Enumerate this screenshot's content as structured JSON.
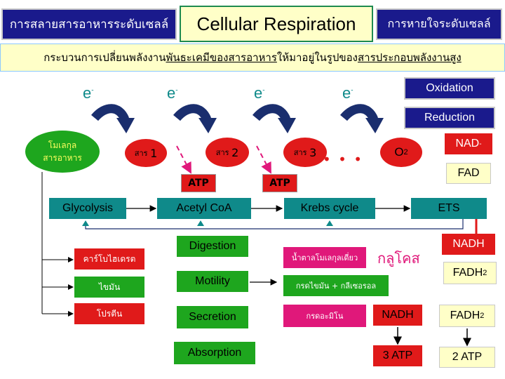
{
  "header": {
    "left_title": "การสลายสารอาหารระดับเซลล์",
    "center_title": "Cellular  Respiration",
    "right_title": "การหายใจระดับเซลล์"
  },
  "banner": {
    "part1": "กระบวนการเปลี่ยนพลังงาน",
    "part2": "พันธะเคมีของสารอาหาร",
    "part3": "ให้มาอยู่ในรูปของ",
    "part4": "สารประกอบพลังงานสูง"
  },
  "electrons": {
    "symbol": "e",
    "charge": "-"
  },
  "legend": {
    "oxidation": "Oxidation",
    "reduction": "Reduction"
  },
  "carriers": {
    "nad": "NAD",
    "nad_charge": "-",
    "fad": "FAD",
    "nadh": "NADH",
    "fadh_base": "FADH",
    "fadh_sub": "2"
  },
  "molecule": {
    "line1": "โมเลกุล",
    "line2": "สารอาหาร"
  },
  "substances": {
    "prefix": "สาร",
    "s1": "1",
    "s2": "2",
    "s3": "3",
    "dots": "• • •",
    "o2_base": "O",
    "o2_sub": "2"
  },
  "atp": {
    "label": "ATP"
  },
  "pathway": {
    "glycolysis": "Glycolysis",
    "acetyl": "Acetyl  CoA",
    "krebs": "Krebs cycle",
    "ets": "ETS"
  },
  "nutrients": {
    "carb": "คาร์โบไฮเดรต",
    "fat": "ไขมัน",
    "protein": "โปรตีน"
  },
  "processes": {
    "digestion": "Digestion",
    "motility": "Motility",
    "secretion": "Secretion",
    "absorption": "Absorption"
  },
  "products": {
    "sugar": "น้ำตาลโมเลกุลเดี่ยว",
    "fatty": "กรดไขมัน + กลีเซอรอล",
    "amino": "กรดอะมิโน",
    "glucose": "กลูโคส"
  },
  "yields": {
    "nadh": "NADH",
    "nadh_atp": "3 ATP",
    "fadh_base": "FADH",
    "fadh_sub": "2",
    "fadh_atp": "2 ATP"
  }
}
